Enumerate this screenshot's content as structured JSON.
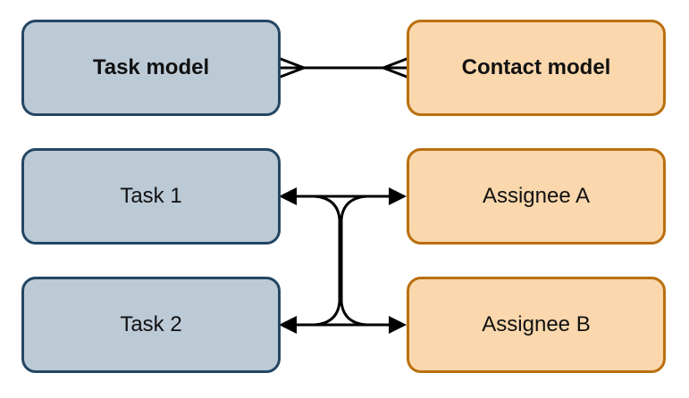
{
  "nodes": {
    "task_model": "Task model",
    "contact_model": "Contact model",
    "task_1": "Task 1",
    "task_2": "Task 2",
    "assignee_a": "Assignee A",
    "assignee_b": "Assignee B"
  },
  "colors": {
    "task_fill": "#bccad6",
    "task_border": "#234663",
    "contact_fill": "#fad7ac",
    "contact_border": "#b96f0d",
    "connector": "#000000"
  },
  "relationships": [
    {
      "from": "task_model",
      "to": "contact_model",
      "notation": "many-to-many"
    },
    {
      "from": "task_1",
      "to": "assignee_a",
      "notation": "bidirectional-arrow"
    },
    {
      "from": "task_1",
      "to": "assignee_b",
      "notation": "bidirectional-arrow"
    },
    {
      "from": "task_2",
      "to": "assignee_a",
      "notation": "bidirectional-arrow"
    },
    {
      "from": "task_2",
      "to": "assignee_b",
      "notation": "bidirectional-arrow"
    }
  ]
}
